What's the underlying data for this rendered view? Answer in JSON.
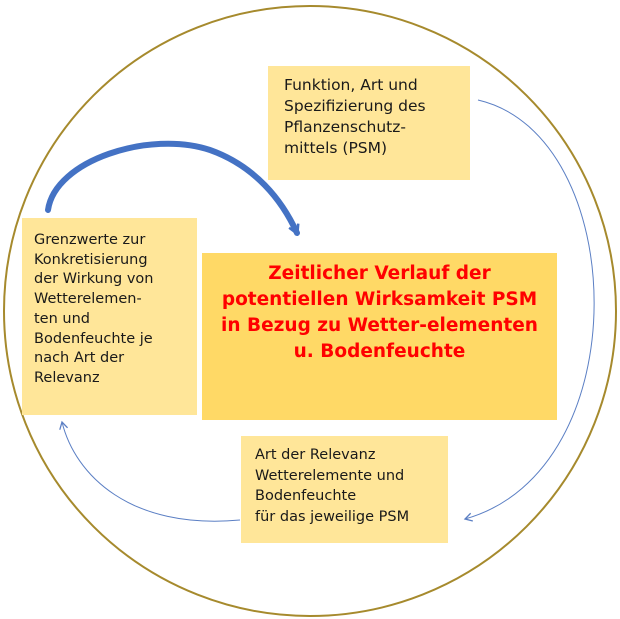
{
  "diagram": {
    "colors": {
      "circle_border": "#a68a2d",
      "box_fill": "#ffe699",
      "central_fill": "#ffd966",
      "central_text": "#ff0000",
      "thin_arrow": "#5b7fc4",
      "thick_arrow": "#4472c4"
    },
    "boxes": {
      "pesticide": "Funktion, Art und\nSpezifizierung des\nPflanzenschutz-\nmittels (PSM)",
      "thresholds": "Grenzwerte zur\nKonkretisierung\nder Wirkung von\nWetterelemen-\nten und\nBodenfeuchte je\nnach Art der\nRelevanz",
      "central": "Zeitlicher Verlauf  der\npotentiellen Wirksamkeit PSM\nin Bezug zu Wetter-elementen\nu. Bodenfeuchte",
      "relevance": "Art der Relevanz\nWetterelemente und\nBodenfeuchte\nfür das jeweilige PSM"
    }
  }
}
